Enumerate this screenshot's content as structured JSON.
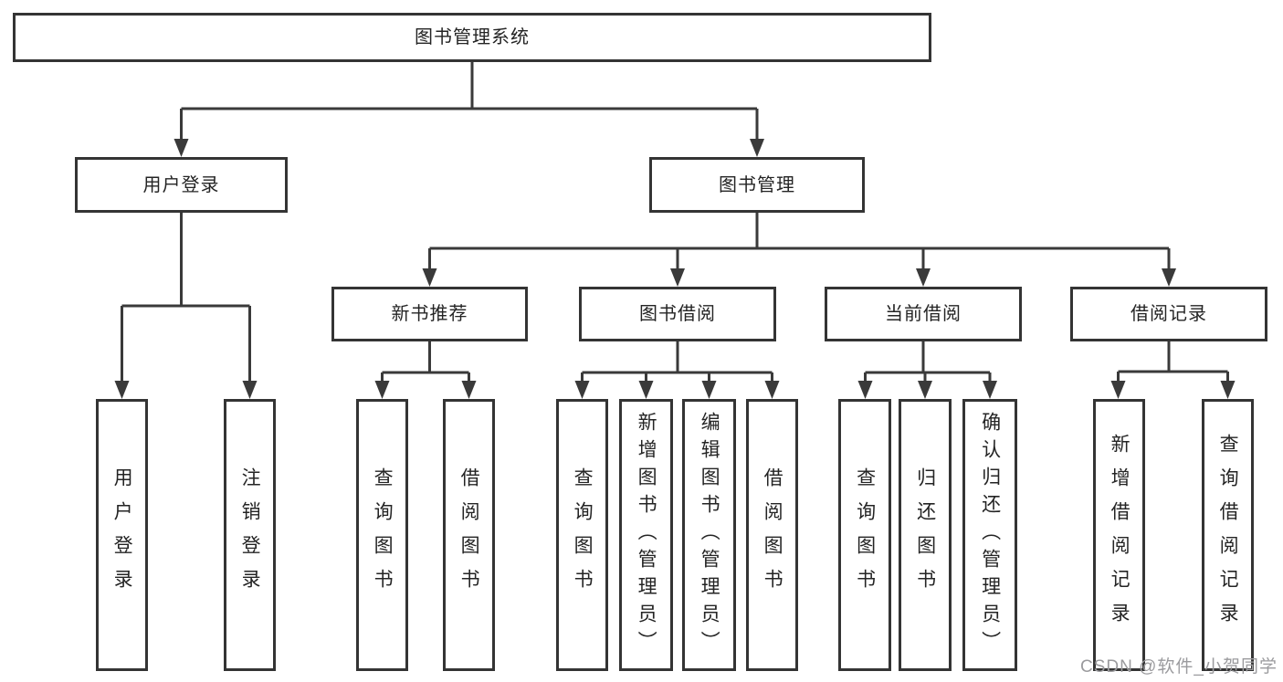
{
  "tree": {
    "root": {
      "label": "图书管理系统"
    },
    "children": [
      {
        "label": "用户登录",
        "children": [
          {
            "label": "用户登录"
          },
          {
            "label": "注销登录"
          }
        ]
      },
      {
        "label": "图书管理",
        "children": [
          {
            "label": "新书推荐",
            "children": [
              {
                "label": "查询图书"
              },
              {
                "label": "借阅图书"
              }
            ]
          },
          {
            "label": "图书借阅",
            "children": [
              {
                "label": "查询图书"
              },
              {
                "label": "新增图书（管理员）"
              },
              {
                "label": "编辑图书（管理员）"
              },
              {
                "label": "借阅图书"
              }
            ]
          },
          {
            "label": "当前借阅",
            "children": [
              {
                "label": "查询图书"
              },
              {
                "label": "归还图书"
              },
              {
                "label": "确认归还（管理员）"
              }
            ]
          },
          {
            "label": "借阅记录",
            "children": [
              {
                "label": "新增借阅记录"
              },
              {
                "label": "查询借阅记录"
              }
            ]
          }
        ]
      }
    ]
  },
  "watermark": {
    "text": "CSDN @软件_小贺同学"
  },
  "colors": {
    "line": "#3a3a3a",
    "box_border": "#343434",
    "box_fill": "#ffffff",
    "text": "#242424",
    "watermark": "#9b9b9e",
    "background": "#ffffff"
  }
}
